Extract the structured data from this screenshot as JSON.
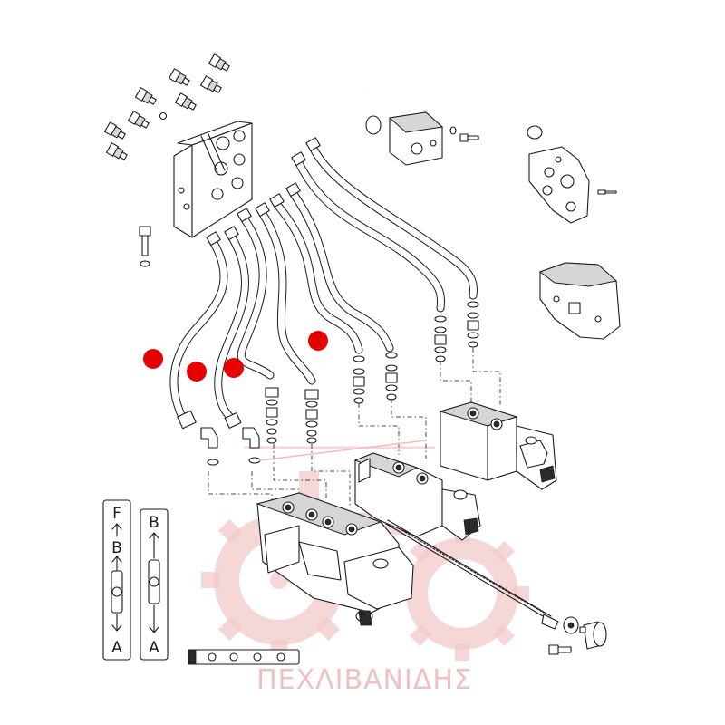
{
  "watermark": {
    "text": "ΠΕΧΛΙΒΑΝΙΔΗΣ",
    "color": "#f2c0c0"
  },
  "lever_gates": [
    {
      "top_label": "F",
      "upper_label": "B",
      "bottom_label": "A"
    },
    {
      "top_label": "B",
      "bottom_label": "A"
    }
  ],
  "markers": {
    "count": 4,
    "color": "#e60000"
  },
  "colors": {
    "ink": "#1a1a1a",
    "marker": "#e60000"
  }
}
